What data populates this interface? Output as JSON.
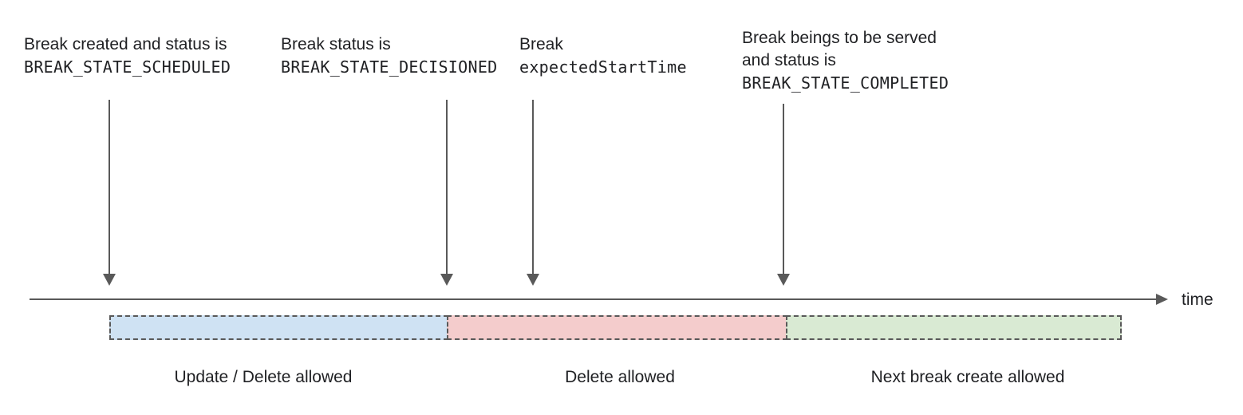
{
  "diagram": {
    "type": "timeline",
    "subject": "break lifecycle states and allowed operations over time",
    "annotations": [
      {
        "text": "Break created and status is",
        "code": "BREAK_STATE_SCHEDULED"
      },
      {
        "text": "Break status is",
        "code": "BREAK_STATE_DECISIONED"
      },
      {
        "text": "Break",
        "code": "expectedStartTime"
      },
      {
        "text": "Break beings to be served",
        "text2": "and status is",
        "code": "BREAK_STATE_COMPLETED"
      }
    ],
    "axis": {
      "label": "time"
    },
    "segments": [
      {
        "label": "Update / Delete allowed",
        "fill": "#cfe2f3"
      },
      {
        "label": "Delete allowed",
        "fill": "#f4cccc"
      },
      {
        "label": "Next break create allowed",
        "fill": "#d9ead3"
      }
    ],
    "colors": {
      "arrow": "#595959",
      "segment_border": "#595959",
      "text": "#202124",
      "background": "#ffffff"
    }
  }
}
